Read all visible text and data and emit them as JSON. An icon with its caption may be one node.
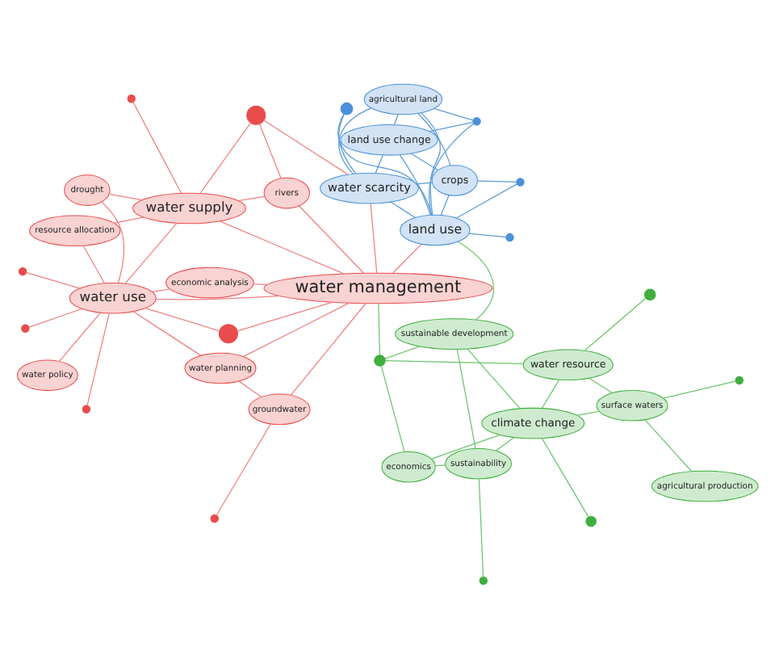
{
  "diagram": {
    "nodes": [
      {
        "text": [
          "agricultural land"
        ]
      },
      {
        "text": [
          "land use change"
        ]
      },
      {
        "text": [
          "crops"
        ]
      },
      {
        "text": [
          "land use"
        ]
      },
      {
        "text": [
          "water scarcity"
        ]
      },
      {
        "text": [
          "rivers"
        ]
      },
      {
        "text": [
          "resource allocation"
        ]
      },
      {
        "text": [
          "sustainable development"
        ]
      },
      {
        "text": [
          "water supply"
        ]
      },
      {
        "text": [
          "economics"
        ]
      },
      {
        "text": [
          "water management"
        ]
      },
      {
        "text": [
          "drought"
        ]
      },
      {
        "text": [
          "sustainability"
        ]
      },
      {
        "text": [
          "water use"
        ]
      },
      {
        "text": [
          "economic analysis"
        ]
      },
      {
        "text": [
          "climate change"
        ]
      },
      {
        "text": [
          "water resource"
        ]
      },
      {
        "text": [
          "water planning"
        ]
      },
      {
        "text": [
          "water policy"
        ]
      },
      {
        "text": [
          "surface waters"
        ]
      },
      {
        "text": [
          "groundwater"
        ]
      },
      {
        "text": [
          "agricultural production"
        ]
      },
      {
        "text": [],
        "shape": "circle"
      },
      {
        "text": [],
        "shape": "circle"
      },
      {
        "text": [],
        "shape": "circle"
      },
      {
        "text": [],
        "shape": "circle"
      },
      {
        "text": [],
        "shape": "circle"
      },
      {
        "text": [],
        "shape": "circle"
      },
      {
        "text": [],
        "shape": "circle"
      },
      {
        "text": [],
        "shape": "circle"
      },
      {
        "text": [],
        "shape": "circle"
      },
      {
        "text": [],
        "shape": "circle"
      },
      {
        "text": [],
        "shape": "circle"
      },
      {
        "text": [],
        "shape": "circle"
      },
      {
        "text": [],
        "shape": "circle"
      },
      {
        "text": [],
        "shape": "circle"
      },
      {
        "text": [],
        "shape": "circle"
      },
      {
        "text": [],
        "shape": "circle"
      }
    ],
    "edges": [
      {
        "from": 0,
        "to": 1,
        "arrow": "none",
        "color": "#5b9bd5"
      },
      {
        "from": 0,
        "to": 2,
        "arrow": "none",
        "color": "#5b9bd5"
      },
      {
        "from": 0,
        "to": 3,
        "arrow": "none",
        "color": "#5b9bd5"
      },
      {
        "from": 0,
        "to": 4,
        "arrow": "none",
        "color": "#5b9bd5"
      },
      {
        "from": 1,
        "to": 2,
        "arrow": "none",
        "color": "#5b9bd5"
      },
      {
        "from": 1,
        "to": 3,
        "arrow": "none",
        "color": "#5b9bd5"
      },
      {
        "from": 1,
        "to": 4,
        "arrow": "none",
        "color": "#5b9bd5"
      },
      {
        "from": 2,
        "to": 3,
        "arrow": "none",
        "color": "#5b9bd5"
      },
      {
        "from": 2,
        "to": 4,
        "arrow": "none",
        "color": "#5b9bd5"
      },
      {
        "from": 3,
        "to": 4,
        "arrow": "none",
        "color": "#5b9bd5"
      },
      {
        "from": 22,
        "to": 3,
        "arrow": "none",
        "color": "#5b9bd5"
      },
      {
        "from": 23,
        "to": 1,
        "arrow": "none",
        "color": "#5b9bd5"
      },
      {
        "from": 23,
        "to": 3,
        "arrow": "none",
        "color": "#5b9bd5"
      },
      {
        "from": 3,
        "to": 24,
        "arrow": "none",
        "color": "#5b9bd5"
      },
      {
        "from": 4,
        "to": 24,
        "arrow": "none",
        "color": "#5b9bd5"
      },
      {
        "from": 3,
        "to": 25,
        "arrow": "none",
        "color": "#5b9bd5"
      },
      {
        "from": 0,
        "to": 23,
        "arrow": "none",
        "color": "#5b9bd5"
      },
      {
        "from": 2,
        "to": 22,
        "arrow": "none",
        "color": "#5b9bd5"
      },
      {
        "from": 7,
        "to": 3,
        "arrow": "none",
        "color": "#6cc46c"
      },
      {
        "from": 7,
        "to": 15,
        "arrow": "none",
        "color": "#6cc46c"
      },
      {
        "from": 7,
        "to": 12,
        "arrow": "none",
        "color": "#6cc46c"
      },
      {
        "from": 9,
        "to": 15,
        "arrow": "none",
        "color": "#6cc46c"
      },
      {
        "from": 9,
        "to": 12,
        "arrow": "none",
        "color": "#6cc46c"
      },
      {
        "from": 12,
        "to": 15,
        "arrow": "none",
        "color": "#6cc46c"
      },
      {
        "from": 15,
        "to": 16,
        "arrow": "none",
        "color": "#6cc46c"
      },
      {
        "from": 15,
        "to": 19,
        "arrow": "none",
        "color": "#6cc46c"
      },
      {
        "from": 16,
        "to": 19,
        "arrow": "none",
        "color": "#6cc46c"
      },
      {
        "from": 19,
        "to": 21,
        "arrow": "none",
        "color": "#6cc46c"
      },
      {
        "from": 19,
        "to": 37,
        "arrow": "none",
        "color": "#6cc46c"
      },
      {
        "from": 33,
        "to": 10,
        "arrow": "none",
        "color": "#6cc46c"
      },
      {
        "from": 34,
        "to": 16,
        "arrow": "none",
        "color": "#6cc46c"
      },
      {
        "from": 36,
        "to": 15,
        "arrow": "none",
        "color": "#6cc46c"
      },
      {
        "from": 35,
        "to": 12,
        "arrow": "none",
        "color": "#6cc46c"
      },
      {
        "from": 9,
        "to": 33,
        "arrow": "none",
        "color": "#6cc46c"
      },
      {
        "from": 7,
        "to": 33,
        "arrow": "none",
        "color": "#6cc46c"
      },
      {
        "from": 16,
        "to": 33,
        "arrow": "none",
        "color": "#6cc46c"
      },
      {
        "from": 5,
        "to": 8,
        "arrow": "none"
      },
      {
        "from": 5,
        "to": 26,
        "arrow": "none"
      },
      {
        "from": 5,
        "to": 10,
        "arrow": "none"
      },
      {
        "from": 6,
        "to": 8,
        "arrow": "none"
      },
      {
        "from": 6,
        "to": 13,
        "arrow": "none"
      },
      {
        "from": 8,
        "to": 10,
        "arrow": "none"
      },
      {
        "from": 8,
        "to": 26,
        "arrow": "none"
      },
      {
        "from": 10,
        "to": 13,
        "arrow": "none"
      },
      {
        "from": 10,
        "to": 28,
        "arrow": "none"
      },
      {
        "from": 13,
        "to": 28,
        "arrow": "none"
      },
      {
        "from": 13,
        "to": 11,
        "arrow": "none"
      },
      {
        "from": 13,
        "to": 14,
        "arrow": "none"
      },
      {
        "from": 13,
        "to": 17,
        "arrow": "none"
      },
      {
        "from": 17,
        "to": 20,
        "arrow": "none"
      },
      {
        "from": 20,
        "to": 10,
        "arrow": "none"
      },
      {
        "from": 13,
        "to": 18,
        "arrow": "none"
      },
      {
        "from": 13,
        "to": 30,
        "arrow": "none"
      },
      {
        "from": 13,
        "to": 31,
        "arrow": "none"
      },
      {
        "from": 20,
        "to": 32,
        "arrow": "none"
      },
      {
        "from": 10,
        "to": 17,
        "arrow": "none"
      },
      {
        "from": 8,
        "to": 13,
        "arrow": "none"
      },
      {
        "from": 26,
        "to": 4,
        "arrow": "none"
      },
      {
        "from": 27,
        "to": 8,
        "arrow": "none"
      },
      {
        "from": 29,
        "to": 13,
        "arrow": "none"
      },
      {
        "from": 11,
        "to": 8,
        "arrow": "none"
      },
      {
        "from": 14,
        "to": 10,
        "arrow": "none"
      },
      {
        "from": 10,
        "to": 4,
        "arrow": "none"
      },
      {
        "from": 10,
        "to": 3,
        "arrow": "none"
      }
    ]
  }
}
